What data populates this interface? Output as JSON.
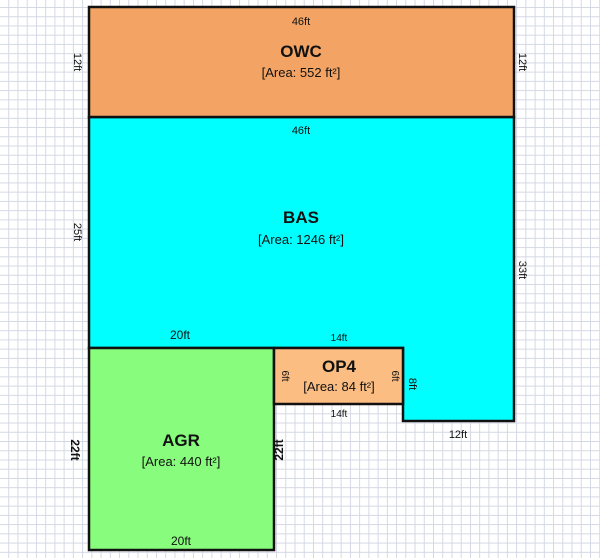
{
  "rooms": {
    "owc": {
      "name": "OWC",
      "area": "[Area: 552 ft²]",
      "color": "#f3a464",
      "dims": {
        "top": "46ft",
        "left": "12ft",
        "right": "12ft"
      }
    },
    "bas": {
      "name": "BAS",
      "area": "[Area: 1246 ft²]",
      "color": "#00ffff",
      "dims": {
        "top": "46ft",
        "left": "25ft",
        "right": "33ft",
        "bottom_left": "20ft",
        "bottom_mid": "14ft",
        "step": "8ft",
        "bottom_right": "12ft"
      }
    },
    "op4": {
      "name": "OP4",
      "area": "[Area: 84 ft²]",
      "color": "#fbbd82",
      "dims": {
        "bottom": "14ft",
        "left": "6ft",
        "right": "6ft"
      }
    },
    "agr": {
      "name": "AGR",
      "area": "[Area: 440 ft²]",
      "color": "#88fc7c",
      "dims": {
        "bottom": "20ft",
        "left": "22ft",
        "right": "22ft"
      }
    }
  }
}
